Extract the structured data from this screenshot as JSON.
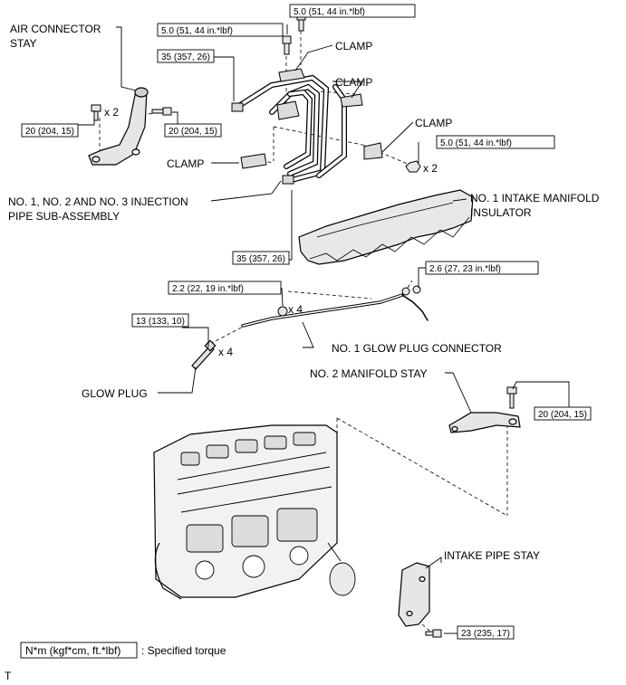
{
  "labels": {
    "air_connector_stay_line1": "AIR CONNECTOR",
    "air_connector_stay_line2": "STAY",
    "clamp": "CLAMP",
    "injection_pipe_line1": "NO. 1, NO. 2 AND NO. 3 INJECTION",
    "injection_pipe_line2": "PIPE SUB-ASSEMBLY",
    "intake_insulator_line1": "NO. 1 INTAKE MANIFOLD",
    "intake_insulator_line2": "INSULATOR",
    "glow_plug_connector": "NO. 1 GLOW PLUG CONNECTOR",
    "glow_plug": "GLOW PLUG",
    "manifold_stay_2": "NO. 2 MANIFOLD STAY",
    "intake_pipe_stay": "INTAKE PIPE STAY"
  },
  "torques": {
    "t_5_0": "5.0 (51, 44 in.*lbf)",
    "t_35": "35 (357, 26)",
    "t_20": "20 (204, 15)",
    "t_2_6": "2.6 (27, 23 in.*lbf)",
    "t_2_2": "2.2 (22, 19 in.*lbf)",
    "t_13": "13 (133, 10)",
    "t_23": "23 (235, 17)"
  },
  "quantities": {
    "x2": "x 2",
    "x4": "x 4"
  },
  "legend": {
    "units": "N*m (kgf*cm, ft.*lbf)",
    "description": ": Specified torque"
  },
  "footer": {
    "code": "T"
  }
}
